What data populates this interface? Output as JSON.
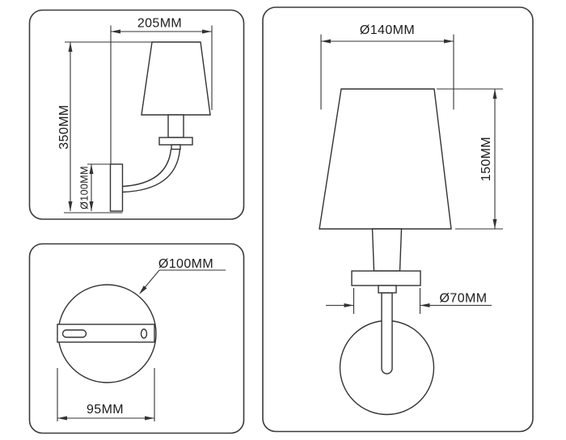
{
  "colors": {
    "line": "#333333",
    "text": "#1c1c1c",
    "panel_border": "#3a3a3a",
    "background": "#ffffff"
  },
  "side_view": {
    "width": "205MM",
    "height": "350MM",
    "backplate_diameter": "Ø100MM"
  },
  "back_view": {
    "plate_diameter": "Ø100MM",
    "bracket_width": "95MM"
  },
  "front_view": {
    "shade_diameter": "Ø140MM",
    "shade_height": "150MM",
    "backplate_diameter": "Ø70MM"
  }
}
